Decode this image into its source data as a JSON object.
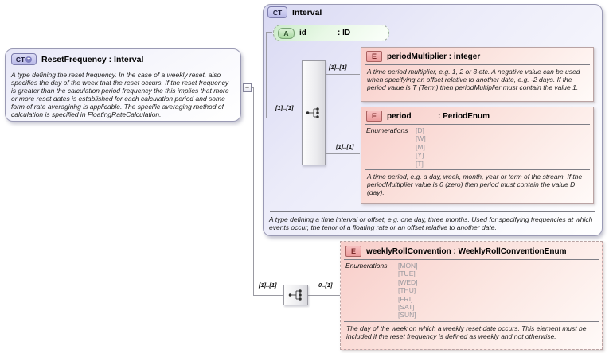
{
  "reset_frequency": {
    "kind": "CT",
    "kind_suffix": "+",
    "title": "ResetFrequency : Interval",
    "doc": "A type defining the reset frequency. In the case of a weekly reset, also specifies the day of the week that the reset occurs. If the reset frequency is greater than the calculation period frequency the this implies that more or more reset dates is established for each calculation period and some form of rate averaginhg is applicable. The specific averaging method of calculation is specified in FloatingRateCalculation."
  },
  "interval": {
    "kind": "CT",
    "title": "Interval",
    "attribute": {
      "kind": "A",
      "name": "id",
      "type": ": ID"
    },
    "period_multiplier": {
      "kind": "E",
      "title": "periodMultiplier : integer",
      "doc": "A time period multiplier, e.g. 1, 2 or 3 etc. A negative value can be used when specifying an offset relative to another date, e.g. -2 days. If the period value is T (Term) then periodMultiplier must contain the value 1."
    },
    "period": {
      "kind": "E",
      "name": "period",
      "type": ": PeriodEnum",
      "enum_label": "Enumerations",
      "enums": [
        "[D]",
        "[W]",
        "[M]",
        "[Y]",
        "[T]"
      ],
      "doc": "A time period, e.g. a day, week, month, year or term of the stream. If the periodMultiplier value is 0 (zero) then period must contain the value D (day)."
    },
    "doc": "A type defining a time interval or offset, e.g. one day, three months. Used for specifying frequencies at which events occur, the tenor of a floating rate or an offset relative to another date."
  },
  "weekly_roll_convention": {
    "kind": "E",
    "title": "weeklyRollConvention : WeeklyRollConventionEnum",
    "enum_label": "Enumerations",
    "enums": [
      "[MON]",
      "[TUE]",
      "[WED]",
      "[THU]",
      "[FRI]",
      "[SAT]",
      "[SUN]"
    ],
    "doc": "The day of the week on which a weekly reset date occurs. This element must be included if the reset frequency is defined as weekly and not otherwise."
  },
  "connectors": {
    "collapse": "−",
    "cardinalities": {
      "interval_content": "[1]..[1]",
      "period_multiplier": "[1]..[1]",
      "period": "[1]..[1]",
      "extension_sequence": "[1]..[1]",
      "weekly_roll_convention": "0..[1]"
    }
  },
  "colors": {
    "complex_type_fill": "#d9d9f3",
    "element_fill": "#f8cdc9",
    "attribute_fill": "#cdeccb",
    "connector_line": "#9a9aa2",
    "enum_value_text": "#98989e"
  }
}
